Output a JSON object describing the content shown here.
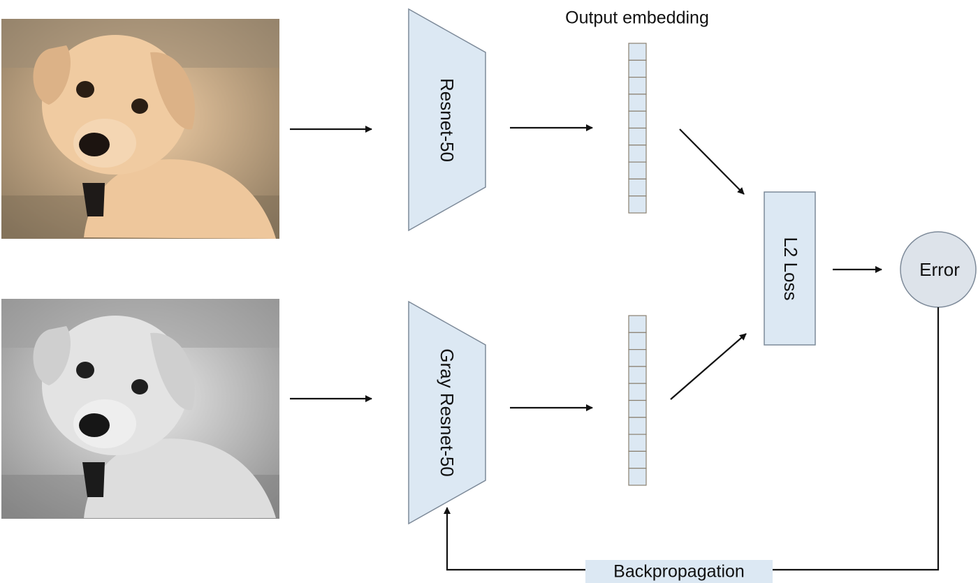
{
  "labels": {
    "output_embedding": "Output embedding",
    "resnet": "Resnet-50",
    "gray_resnet": "Gray Resnet-50",
    "l2_loss": "L2 Loss",
    "error": "Error",
    "backprop": "Backpropagation"
  },
  "colors": {
    "node_fill": "#dce8f3",
    "node_stroke": "#7d8a99",
    "arrow": "#111111",
    "backprop_fill": "#dce8f3"
  },
  "embedding": {
    "cells": 10
  },
  "images": {
    "color_photo": {
      "icon": "puppy-color-photo"
    },
    "gray_photo": {
      "icon": "puppy-gray-photo"
    }
  }
}
